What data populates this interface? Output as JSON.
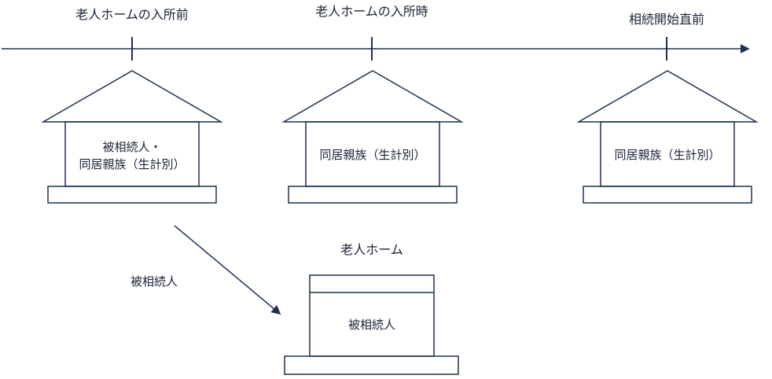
{
  "timeline": {
    "label_before": "老人ホームの入所前",
    "label_at": "老人ホームの入所時",
    "label_inheritance": "相続開始直前"
  },
  "houses": {
    "before": {
      "line1": "被相続人・",
      "line2": "同居親族（生計別）"
    },
    "at": {
      "label": "同居親族（生計別）"
    },
    "inheritance": {
      "label": "同居親族（生計別）"
    }
  },
  "transfer": {
    "arrow_label": "被相続人"
  },
  "nursing_home": {
    "title": "老人ホーム",
    "occupant": "被相続人"
  },
  "colors": {
    "line": "#1f3050",
    "text": "#1b2236"
  }
}
